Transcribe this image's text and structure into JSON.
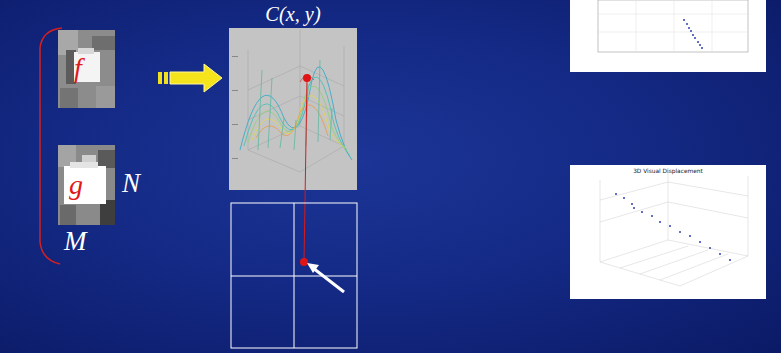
{
  "diagram": {
    "nodes": [
      {
        "text": [
          "f"
        ]
      },
      {
        "text": [
          "g"
        ]
      },
      {
        "text": [
          "C(x, y)"
        ]
      },
      {
        "text": [
          "3D Visual Displacement"
        ]
      }
    ],
    "labels": [
      "N",
      "M"
    ]
  }
}
